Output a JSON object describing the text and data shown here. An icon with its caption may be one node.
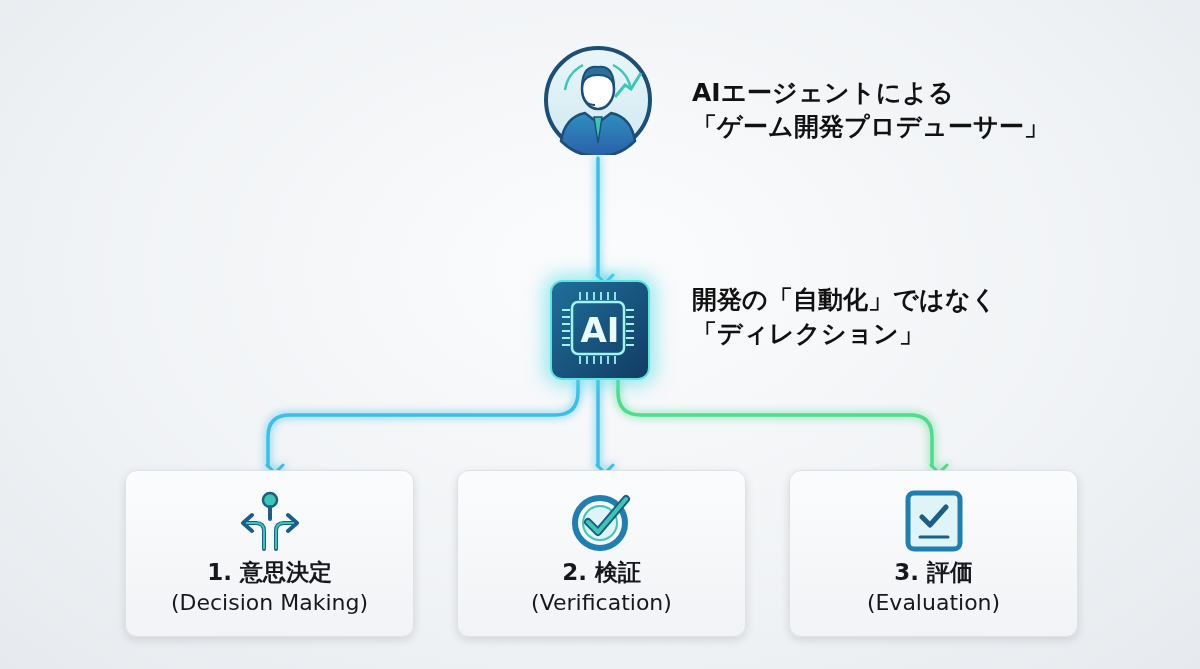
{
  "diagram": {
    "nodes": [
      {
        "text": [],
        "shape": "person",
        "beside": [
          "AIエージェントによる「ゲーム開発プロデューサー」"
        ]
      },
      {
        "text": [
          "AI"
        ],
        "beside": [
          "開発の「自動化」ではなく「ディレクション」"
        ]
      },
      {
        "text": [
          "1. 意思決定",
          "(Decision Making)"
        ]
      },
      {
        "text": [
          "2. 検証",
          "(Verification)"
        ]
      },
      {
        "text": [
          "3. 評価",
          "(Evaluation)"
        ]
      }
    ],
    "edges": [
      {
        "from": 0,
        "to": 1,
        "arrow": "to"
      },
      {
        "from": 1,
        "to": 2,
        "arrow": "to"
      },
      {
        "from": 1,
        "to": 3,
        "arrow": "to"
      },
      {
        "from": 1,
        "to": 4,
        "arrow": "to",
        "color": "#4fdc8c"
      }
    ]
  }
}
